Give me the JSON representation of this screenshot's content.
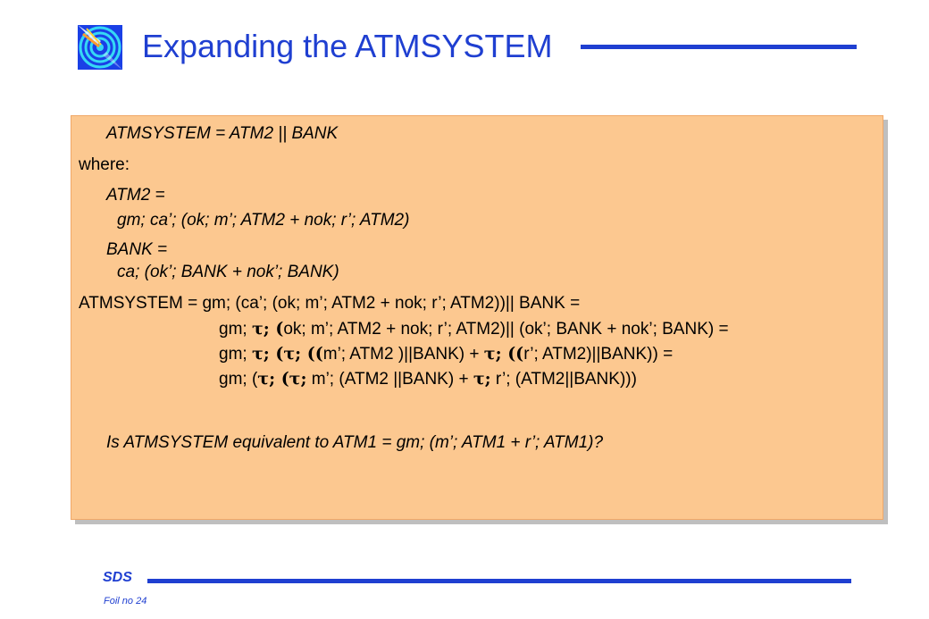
{
  "slide": {
    "title": "Expanding the ATMSYSTEM",
    "footer_label": "SDS",
    "foil_number": "Foil no 24"
  },
  "content": {
    "line1": "ATMSYSTEM = ATM2 || BANK",
    "line2": "where:",
    "line3": "ATM2 =",
    "line4": "gm; ca’; (ok; m’; ATM2 + nok; r’; ATM2)",
    "line5": "BANK =",
    "line6": "ca; (ok’; BANK + nok’; BANK)",
    "line7": "ATMSYSTEM = gm; (ca’; (ok; m’; ATM2 + nok; r’; ATM2))|| BANK =",
    "line8": {
      "a": "gm; ",
      "tau1": "τ; (",
      "b": "ok; m’; ATM2 + nok; r’; ATM2)|| (ok’; BANK + nok’; BANK) ="
    },
    "line9": {
      "a": "gm; ",
      "tau1": "τ; (τ; ((",
      "b": "m’; ATM2 )||BANK) + ",
      "tau2": "τ; ((",
      "c": "r’; ATM2)||BANK)) ="
    },
    "line10": {
      "a": "gm; (",
      "tau1": "τ; (τ;",
      "b": " m’; (ATM2 ||BANK) + ",
      "tau2": "τ;",
      "c": " r’; (ATM2||BANK)))"
    },
    "question": "Is ATMSYSTEM equivalent to ATM1 = gm; (m’; ATM1 + r’; ATM1)?"
  },
  "colors": {
    "accent": "#1f3fd1",
    "box_fill": "#fcc890",
    "logo_blue": "#1a40e6",
    "logo_cyan": "#35d8f5"
  },
  "icons": {
    "logo": "target-logo-icon"
  }
}
